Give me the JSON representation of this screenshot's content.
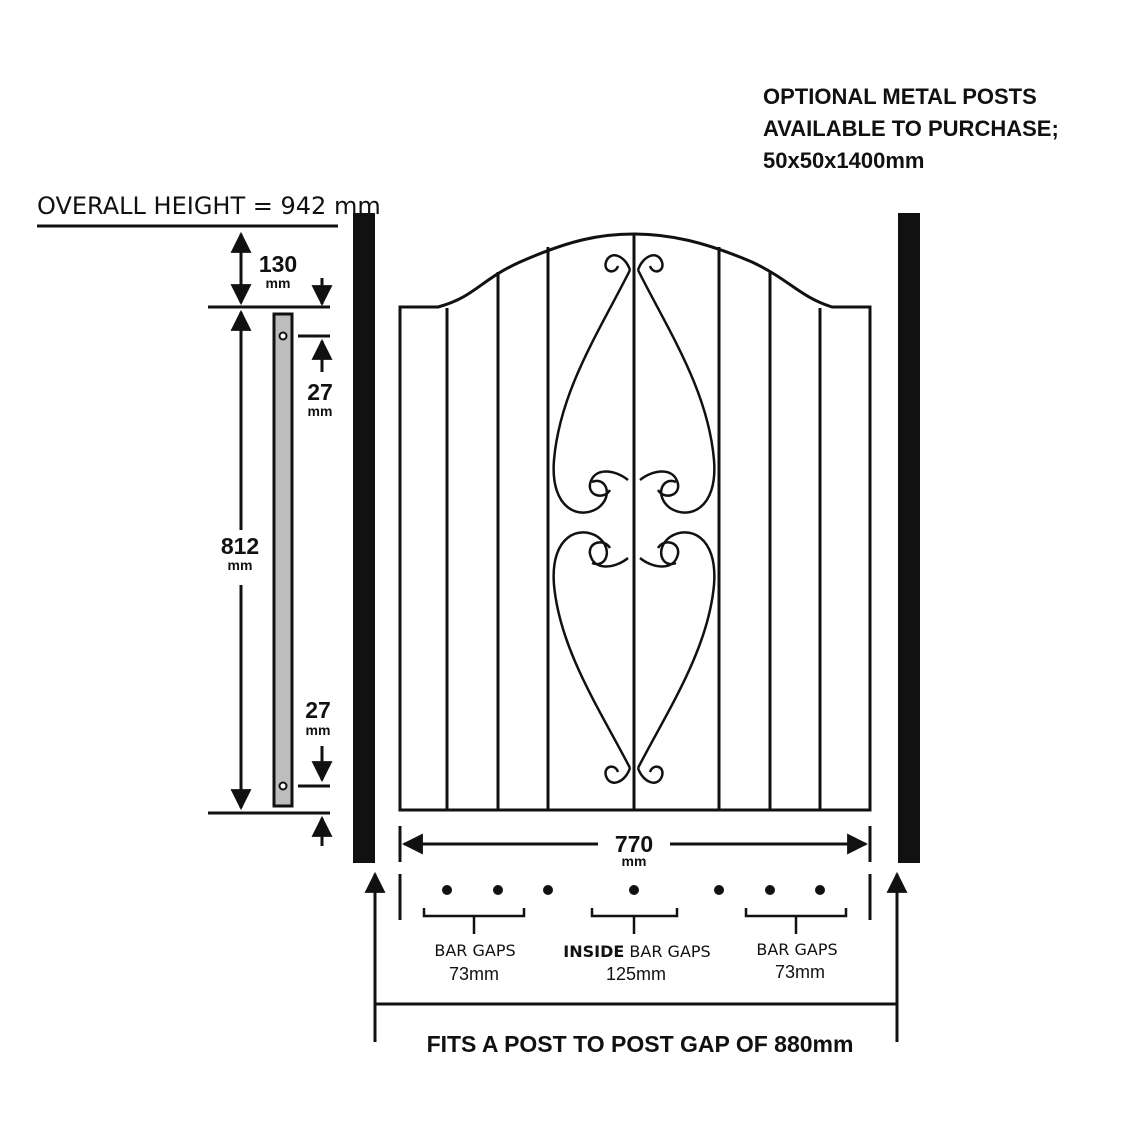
{
  "posts_note": {
    "line1": "OPTIONAL METAL POSTS",
    "line2": "AVAILABLE TO PURCHASE;",
    "line3": "50x50x1400mm"
  },
  "overall_height": "OVERALL HEIGHT = 942 mm",
  "dims": {
    "top_value": "130",
    "top_unit": "mm",
    "main_value": "812",
    "main_unit": "mm",
    "upper_hinge_value": "27",
    "upper_hinge_unit": "mm",
    "lower_hinge_value": "27",
    "lower_hinge_unit": "mm",
    "width_value": "770",
    "width_unit": "mm"
  },
  "gaps": {
    "left_label": "BAR GAPS",
    "left_value": "73mm",
    "center_prefix": "INSIDE",
    "center_label": " BAR GAPS",
    "center_value": "125mm",
    "right_label": "BAR GAPS",
    "right_value": "73mm"
  },
  "footer": "FITS A POST TO POST GAP OF 880mm",
  "colors": {
    "ink": "#111111",
    "post_fill": "#bdbdbd"
  }
}
